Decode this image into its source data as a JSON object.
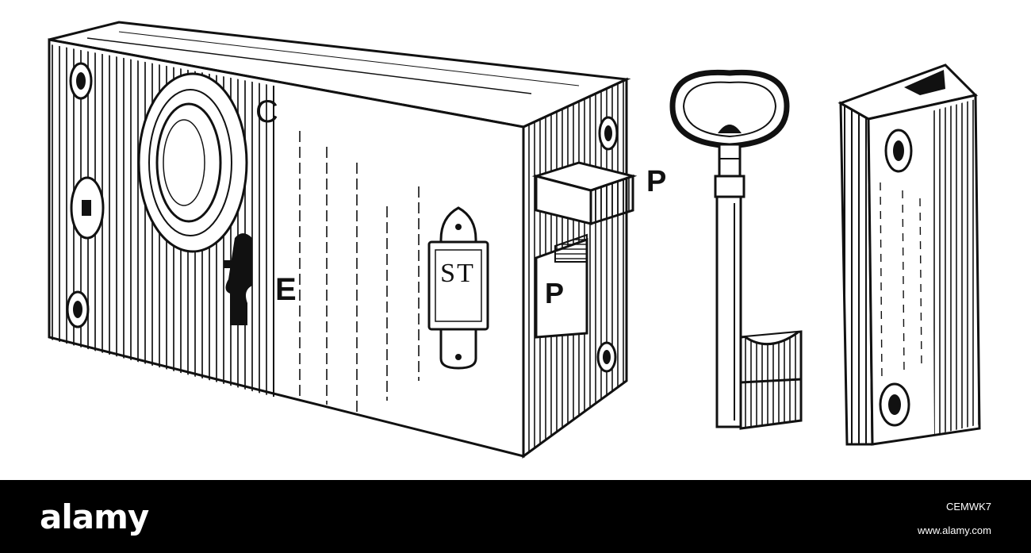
{
  "illustration": {
    "labels": {
      "c": "C",
      "e": "E",
      "p_top": "P",
      "p_bolt": "P",
      "plate": "ST"
    }
  },
  "watermark": {
    "logo_text": "alamy",
    "image_id": "CEMWK7",
    "url": "www.alamy.com"
  },
  "colors": {
    "ink": "#111111",
    "paper": "#ffffff",
    "footer_bg": "#000000",
    "footer_text": "#ffffff"
  }
}
